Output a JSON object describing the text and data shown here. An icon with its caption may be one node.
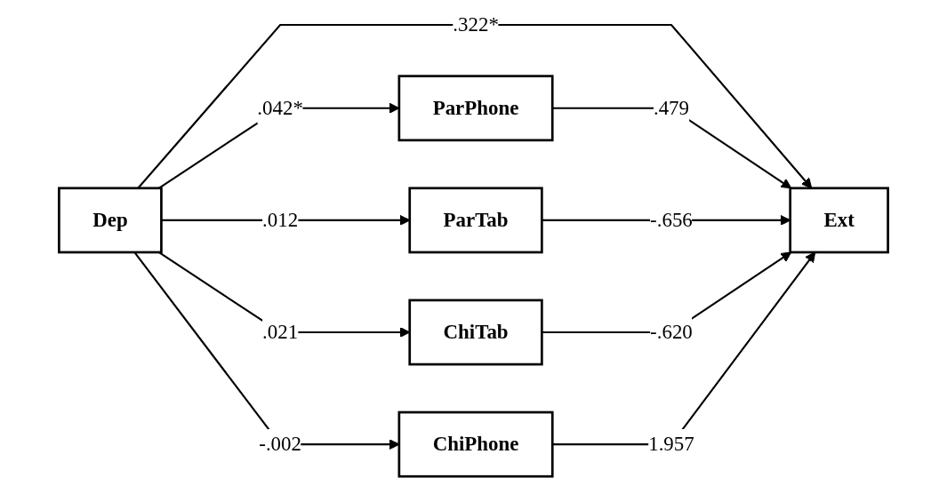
{
  "diagram": {
    "nodes": [
      {
        "text": [
          "ParPhone"
        ]
      },
      {
        "text": [
          "ParTab"
        ]
      },
      {
        "text": [
          "Dep"
        ]
      },
      {
        "text": [
          "Ext"
        ]
      },
      {
        "text": [
          "ChiTab"
        ]
      },
      {
        "text": [
          "ChiPhone"
        ]
      }
    ],
    "edges": [
      {
        "from": 2,
        "to": 0,
        "arrow": "to",
        "label": ".042*"
      },
      {
        "from": 2,
        "to": 1,
        "arrow": "to",
        "label": ".012"
      },
      {
        "from": 2,
        "to": 3,
        "arrow": "to",
        "label": ".322*"
      },
      {
        "from": 2,
        "to": 4,
        "arrow": "to",
        "label": ".021"
      },
      {
        "from": 2,
        "to": 5,
        "arrow": "to",
        "label": "-.002"
      },
      {
        "from": 0,
        "to": 3,
        "arrow": "to",
        "label": ".479"
      },
      {
        "from": 1,
        "to": 3,
        "arrow": "to",
        "label": "-.656"
      },
      {
        "from": 4,
        "to": 3,
        "arrow": "to",
        "label": "-.620"
      },
      {
        "from": 5,
        "to": 3,
        "arrow": "to",
        "label": "1.957"
      }
    ]
  }
}
